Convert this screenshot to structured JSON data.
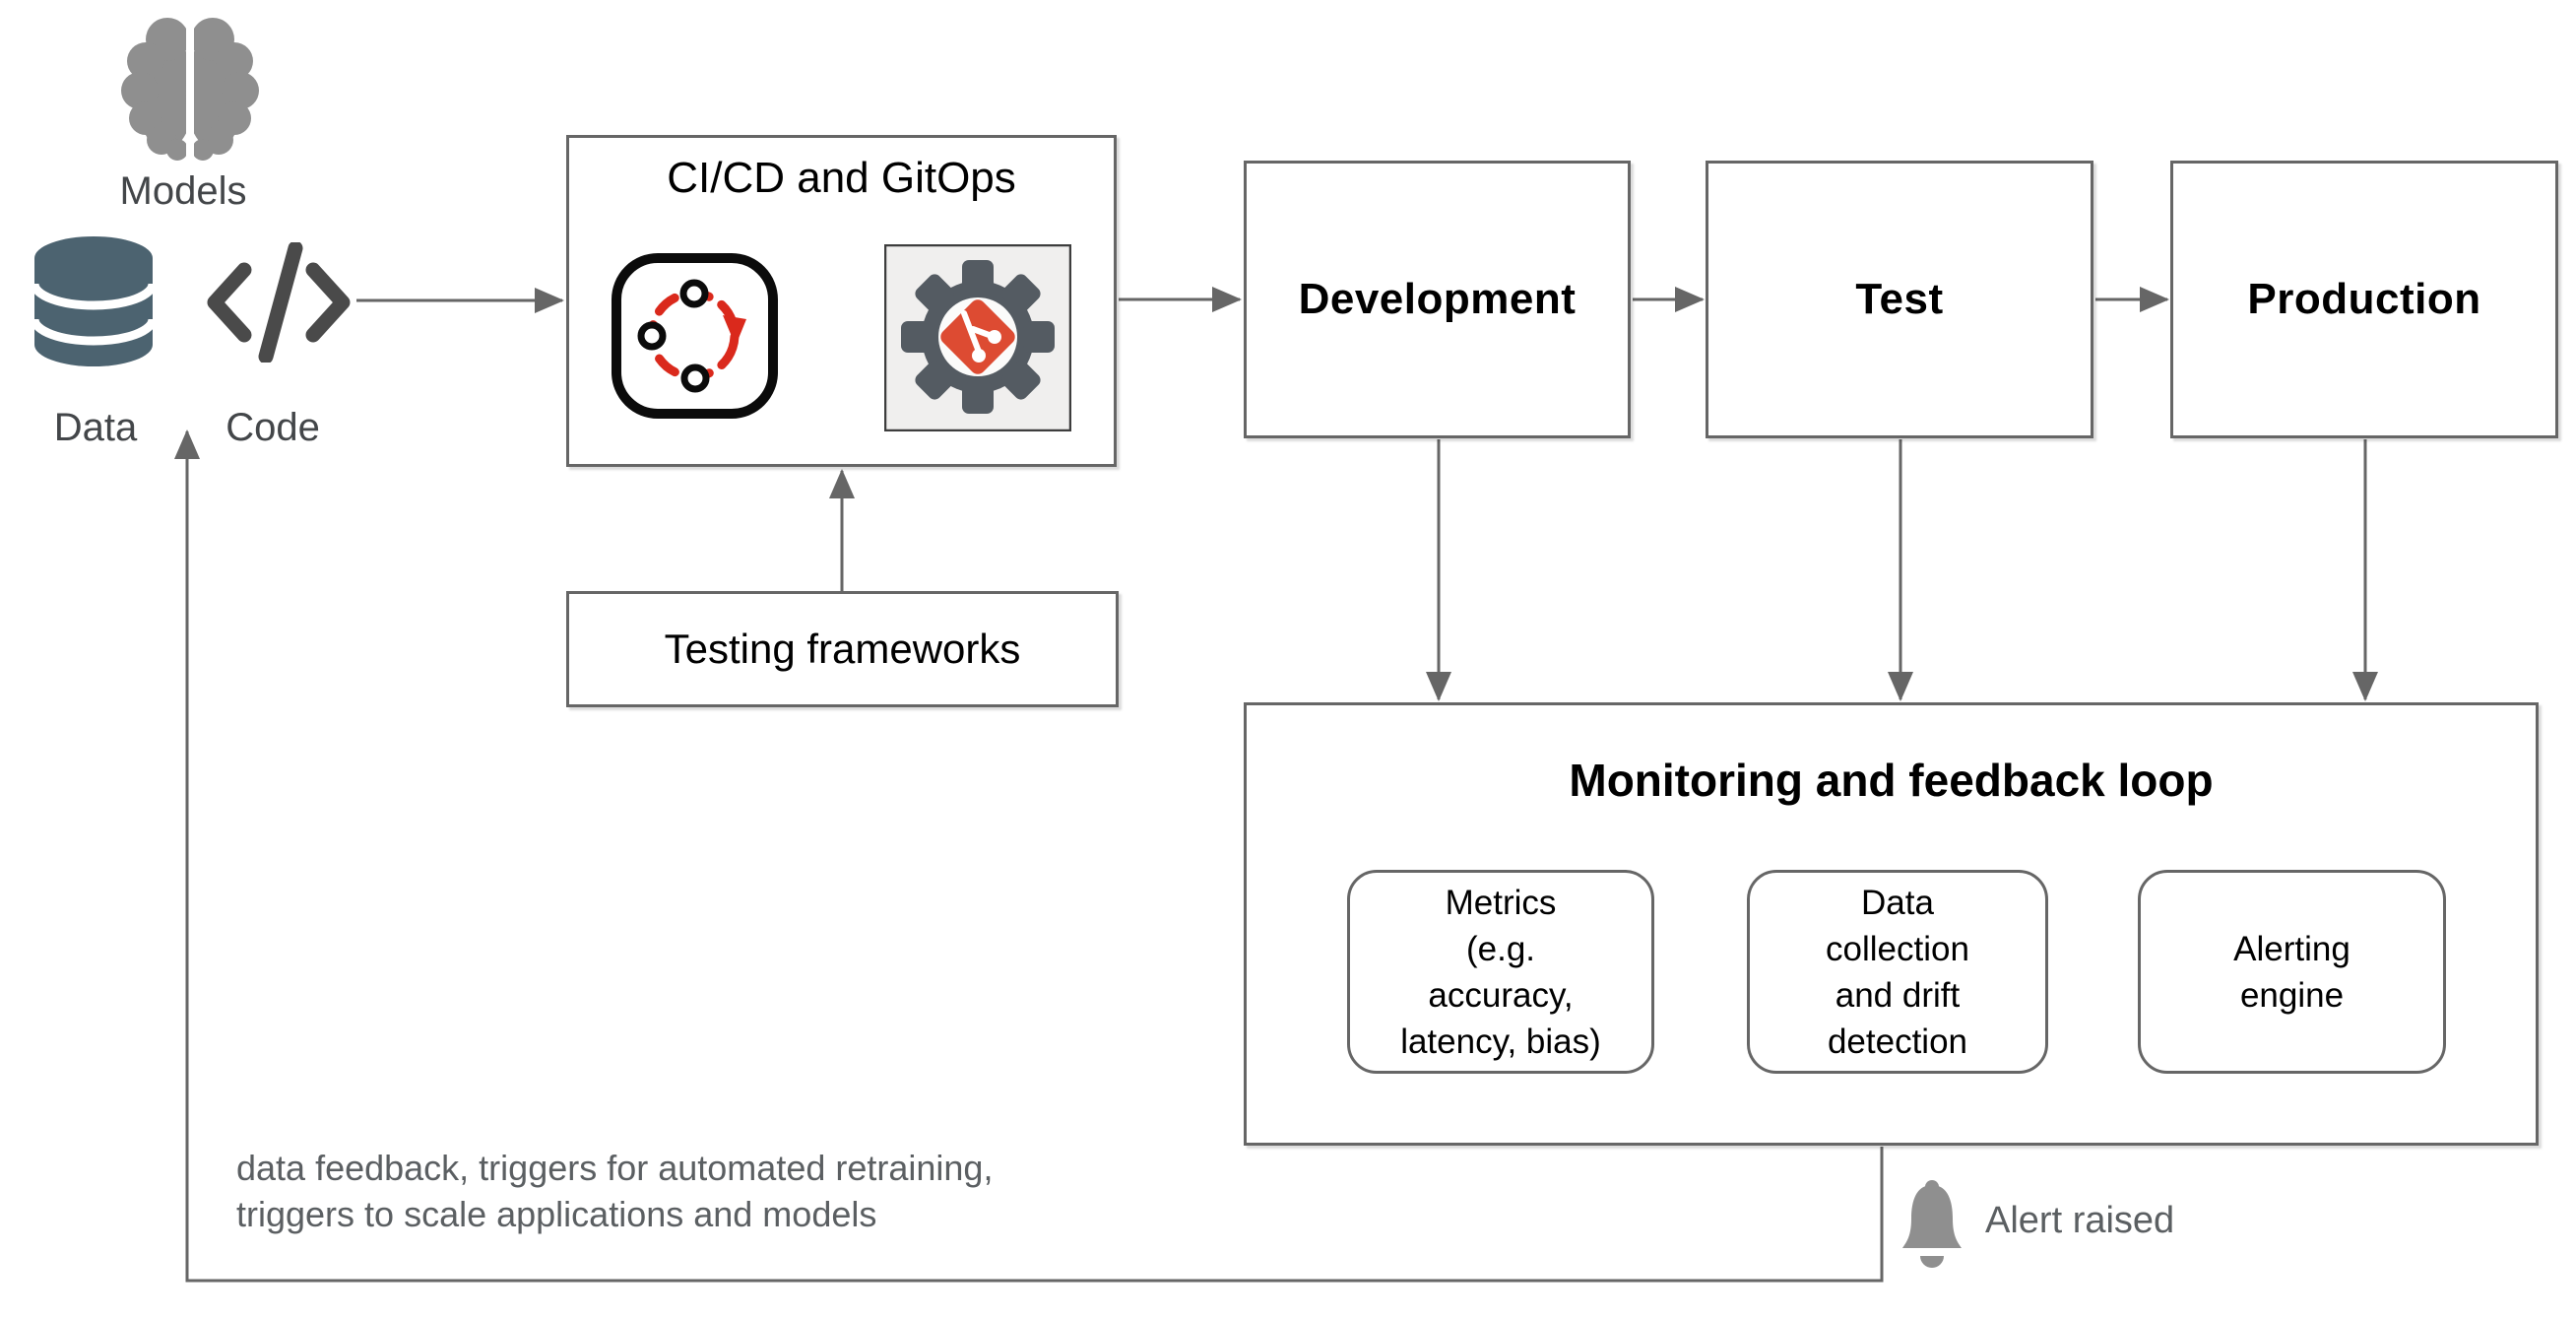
{
  "diagram": {
    "sources": {
      "models": {
        "label": "Models",
        "icon": "brain-icon"
      },
      "data": {
        "label": "Data",
        "icon": "database-icon"
      },
      "code": {
        "label": "Code",
        "icon": "code-icon"
      }
    },
    "cicd_box": {
      "title": "CI/CD and GitOps",
      "icons": [
        "cicd-cycle-icon",
        "git-gear-icon"
      ]
    },
    "testing_box": {
      "label": "Testing frameworks"
    },
    "stages": [
      {
        "label": "Development"
      },
      {
        "label": "Test"
      },
      {
        "label": "Production"
      }
    ],
    "monitoring_box": {
      "title": "Monitoring and feedback loop",
      "components": [
        {
          "lines": [
            "Metrics",
            "(e.g.",
            "accuracy,",
            "latency, bias)"
          ]
        },
        {
          "lines": [
            "Data",
            "collection",
            "and drift",
            "detection"
          ]
        },
        {
          "lines": [
            "Alerting",
            "engine",
            "",
            ""
          ]
        }
      ]
    },
    "feedback_note": {
      "lines": [
        "data feedback, triggers for automated retraining,",
        "triggers to scale applications and models"
      ]
    },
    "alert": {
      "label": "Alert raised",
      "icon": "bell-icon"
    }
  },
  "palette": {
    "border_gray": "#666666",
    "arrow_gray": "#666666",
    "label_dark_gray": "#434649",
    "note_gray": "#5b5f62",
    "text_black": "#000000",
    "database_slate": "#4c6370",
    "icon_gray": "#8f8f8f",
    "cycle_red": "#da291c",
    "cycle_black": "#0b0b0b",
    "git_orange": "#dd4b32",
    "gear_slate": "#545b62",
    "git_tile_bg": "#f0efee"
  }
}
